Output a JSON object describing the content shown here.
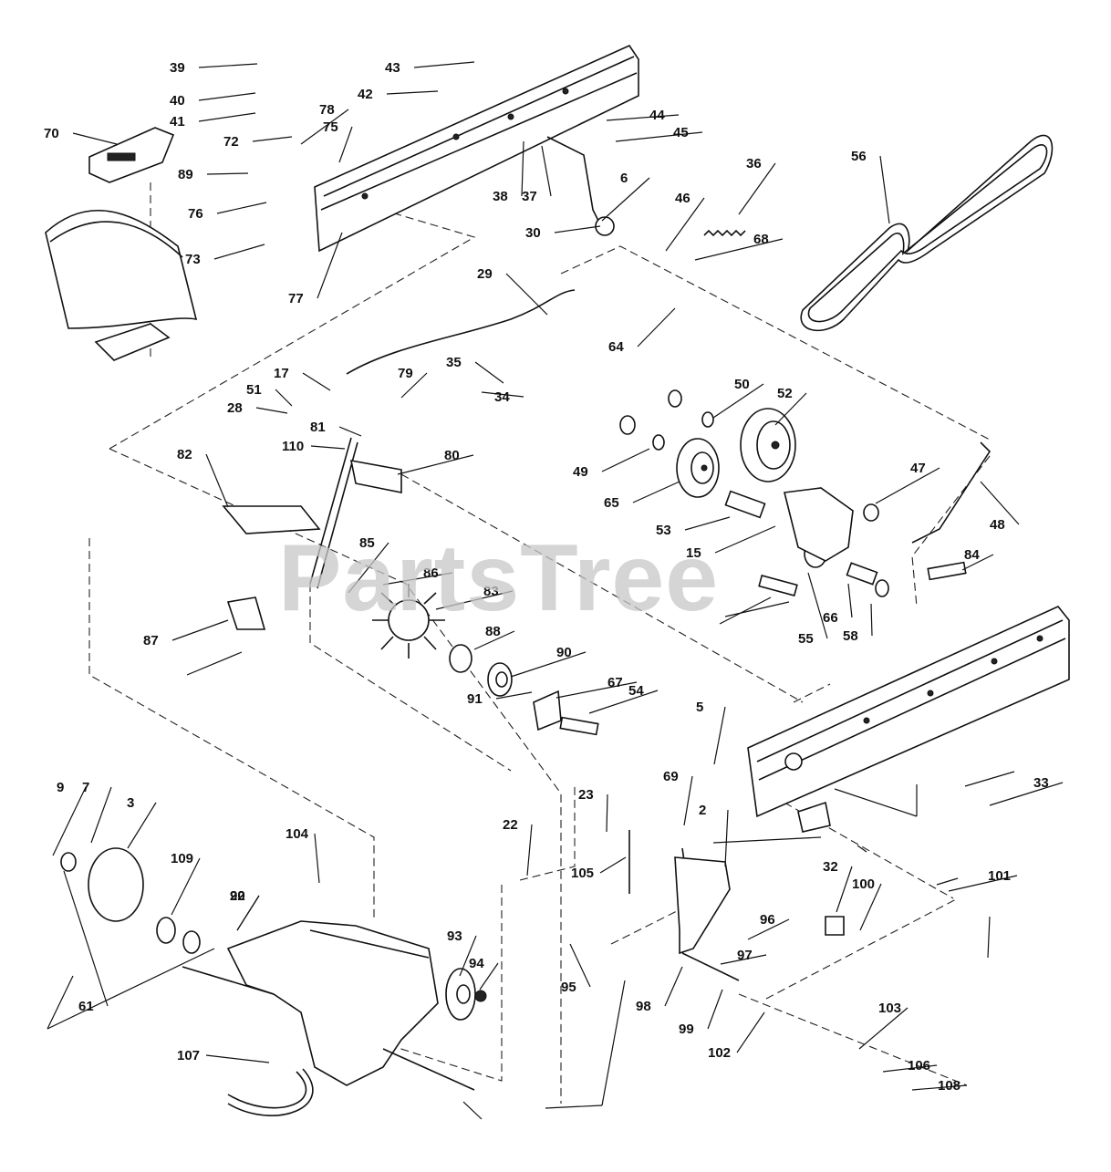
{
  "watermark": "PartsTree",
  "callouts": [
    "39",
    "40",
    "41",
    "43",
    "42",
    "44",
    "45",
    "70",
    "72",
    "78",
    "75",
    "89",
    "76",
    "73",
    "77",
    "38",
    "37",
    "6",
    "36",
    "46",
    "30",
    "68",
    "56",
    "29",
    "64",
    "35",
    "34",
    "17",
    "51",
    "28",
    "79",
    "81",
    "110",
    "82",
    "80",
    "49",
    "50",
    "52",
    "65",
    "53",
    "15",
    "47",
    "48",
    "84",
    "85",
    "86",
    "83",
    "87",
    "88",
    "90",
    "67",
    "91",
    "54",
    "55",
    "66",
    "58",
    "5",
    "33",
    "9",
    "7",
    "3",
    "109",
    "92",
    "104",
    "23",
    "22",
    "69",
    "2",
    "61",
    "20",
    "93",
    "94",
    "105",
    "96",
    "95",
    "97",
    "98",
    "99",
    "32",
    "100",
    "101",
    "102",
    "103",
    "106",
    "108",
    "107"
  ]
}
